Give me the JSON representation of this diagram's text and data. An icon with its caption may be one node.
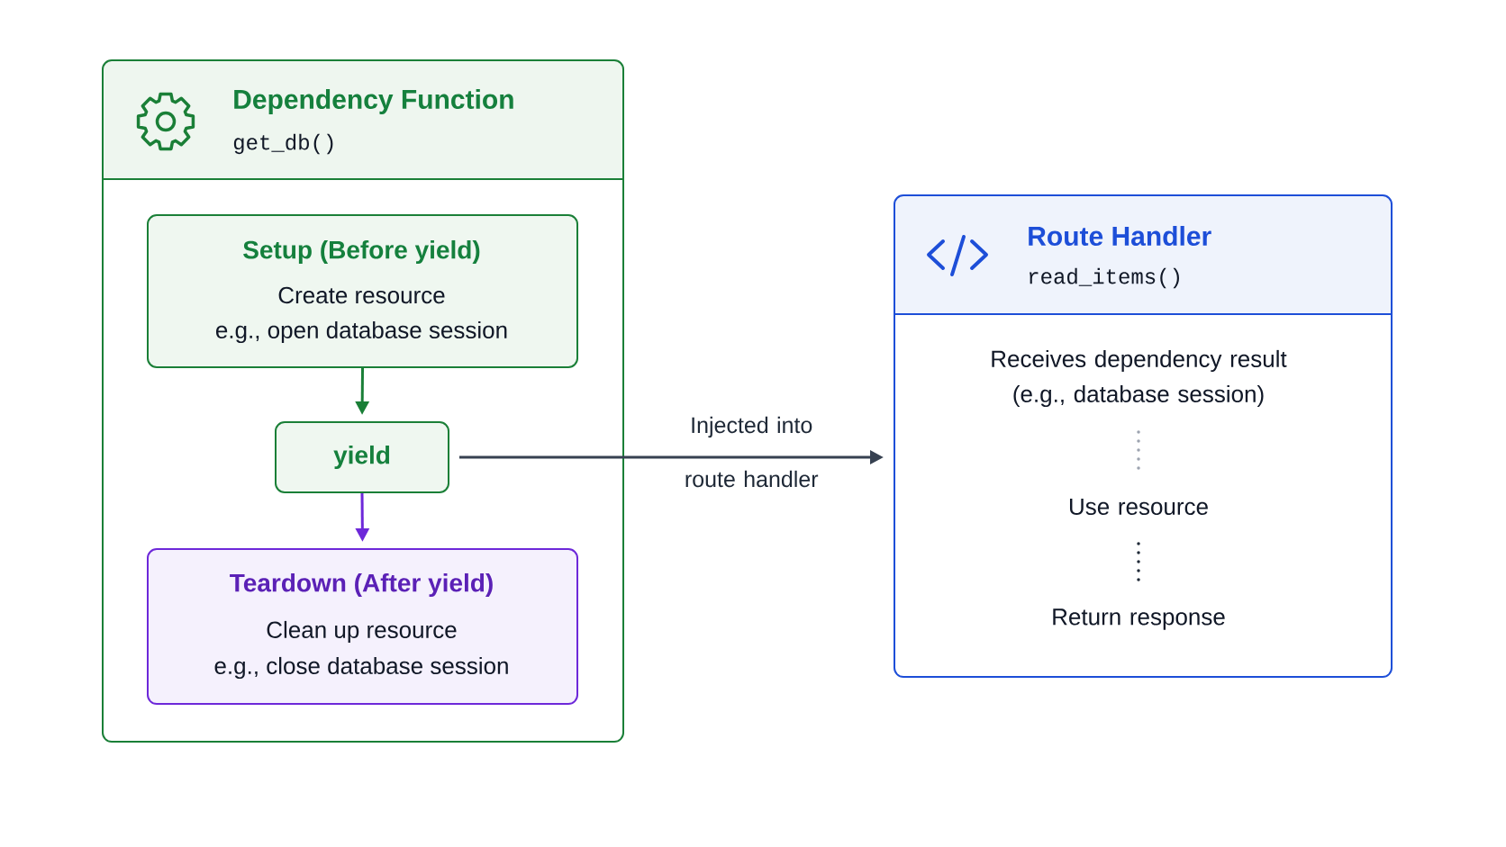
{
  "diagram": {
    "nodes": [
      {
        "text": [
          "Dependency Function",
          "get_db()"
        ]
      },
      {
        "text": [
          "Setup (Before yield)",
          "Create resource",
          "e.g., open database session"
        ],
        "in": 0
      },
      {
        "text": [
          "yield"
        ],
        "in": 0
      },
      {
        "text": [
          "Teardown (After yield)",
          "Clean up resource",
          "e.g., close database session"
        ],
        "in": 0
      },
      {
        "text": [
          "Route Handler",
          "read_items()",
          "Receives dependency result (e.g., database session)",
          "Use resource",
          "Return response"
        ]
      }
    ],
    "edges": [
      {
        "from": 1,
        "to": 2,
        "arrow": "to",
        "color": "#1a7f37"
      },
      {
        "from": 2,
        "to": 3,
        "arrow": "to",
        "color": "#6d28d9"
      },
      {
        "from": 2,
        "to": 4,
        "arrow": "to",
        "label": "Injected into route handler",
        "color": "#374151"
      }
    ]
  }
}
